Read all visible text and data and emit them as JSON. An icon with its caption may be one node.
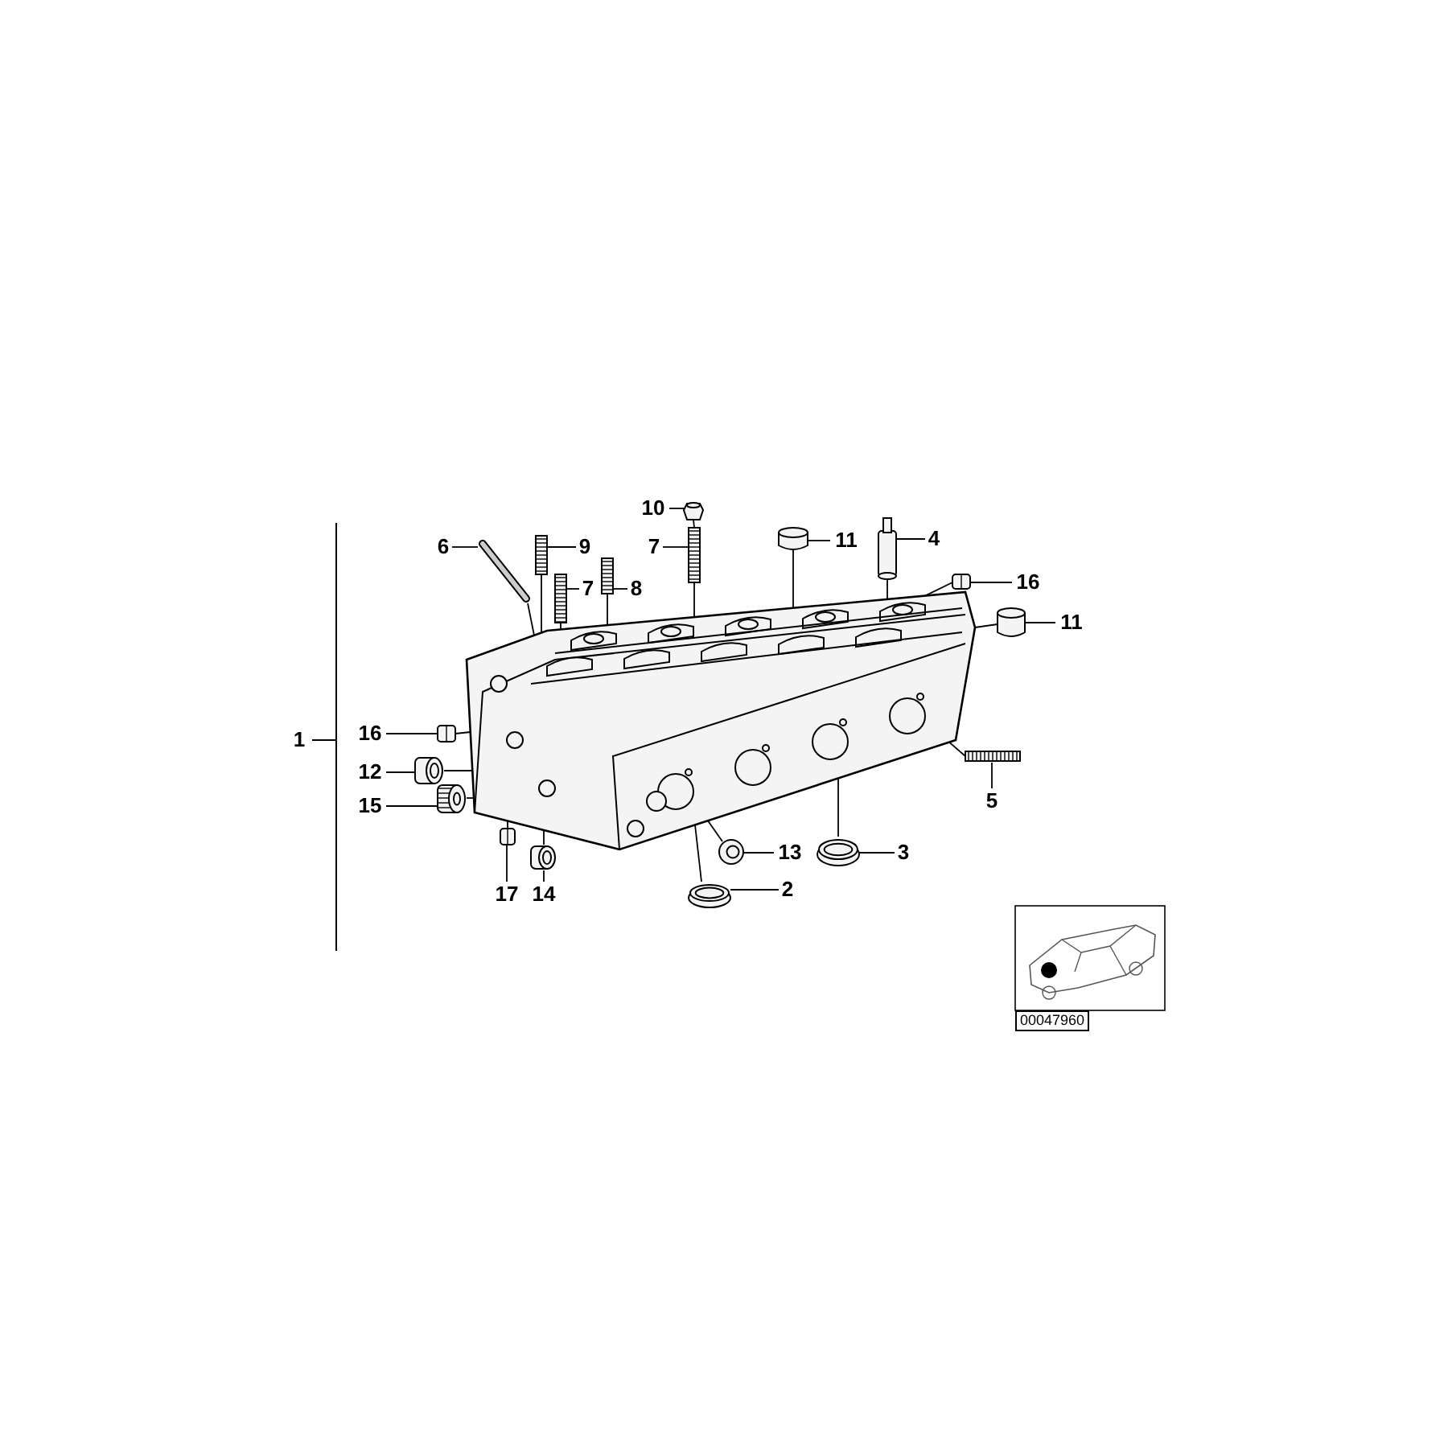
{
  "diagram": {
    "nodes": [
      {
        "text": [],
        "shape": "picture"
      },
      {
        "text": [
          "10"
        ]
      },
      {
        "text": [],
        "shape": "picture"
      },
      {
        "text": [
          "6"
        ]
      },
      {
        "text": [],
        "shape": "picture"
      },
      {
        "text": [
          "9"
        ]
      },
      {
        "text": [],
        "shape": "picture"
      },
      {
        "text": [
          "7"
        ]
      },
      {
        "text": [],
        "shape": "picture"
      },
      {
        "text": [
          "8"
        ]
      },
      {
        "text": [],
        "shape": "picture"
      },
      {
        "text": [
          "7"
        ]
      },
      {
        "text": [],
        "shape": "picture"
      },
      {
        "text": [
          "11"
        ]
      },
      {
        "text": [],
        "shape": "picture"
      },
      {
        "text": [
          "4"
        ]
      },
      {
        "text": [],
        "shape": "picture"
      },
      {
        "text": [
          "16"
        ]
      },
      {
        "text": [],
        "shape": "picture"
      },
      {
        "text": [
          "11"
        ]
      },
      {
        "text": [],
        "shape": "picture"
      },
      {
        "text": [
          "16"
        ]
      },
      {
        "text": [],
        "shape": "picture"
      },
      {
        "text": [
          "12"
        ]
      },
      {
        "text": [],
        "shape": "picture"
      },
      {
        "text": [
          "15"
        ]
      },
      {
        "text": [],
        "shape": "picture"
      },
      {
        "text": [
          "5"
        ]
      },
      {
        "text": [],
        "shape": "picture"
      },
      {
        "text": [
          "13"
        ]
      },
      {
        "text": [],
        "shape": "picture"
      },
      {
        "text": [
          "3"
        ]
      },
      {
        "text": [],
        "shape": "picture"
      },
      {
        "text": [
          "2"
        ]
      },
      {
        "text": [],
        "shape": "picture"
      },
      {
        "text": [
          "17"
        ]
      },
      {
        "text": [],
        "shape": "picture"
      },
      {
        "text": [
          "14"
        ]
      },
      {
        "text": [],
        "shape": "picture"
      }
    ],
    "edges": [
      {
        "from": 1,
        "to": 2,
        "arrow": "none"
      },
      {
        "from": 3,
        "to": 4,
        "arrow": "none"
      },
      {
        "from": 5,
        "to": 6,
        "arrow": "none"
      },
      {
        "from": 7,
        "to": 8,
        "arrow": "none"
      },
      {
        "from": 9,
        "to": 10,
        "arrow": "none"
      },
      {
        "from": 11,
        "to": 12,
        "arrow": "none"
      },
      {
        "from": 13,
        "to": 14,
        "arrow": "none"
      },
      {
        "from": 15,
        "to": 16,
        "arrow": "none"
      },
      {
        "from": 17,
        "to": 18,
        "arrow": "none"
      },
      {
        "from": 19,
        "to": 20,
        "arrow": "none"
      },
      {
        "from": 21,
        "to": 22,
        "arrow": "none"
      },
      {
        "from": 23,
        "to": 24,
        "arrow": "none"
      },
      {
        "from": 25,
        "to": 26,
        "arrow": "none"
      },
      {
        "from": 27,
        "to": 28,
        "arrow": "none"
      },
      {
        "from": 29,
        "to": 30,
        "arrow": "none"
      },
      {
        "from": 31,
        "to": 32,
        "arrow": "none"
      },
      {
        "from": 33,
        "to": 34,
        "arrow": "none"
      },
      {
        "from": 35,
        "to": 36,
        "arrow": "none"
      },
      {
        "from": 37,
        "to": 38,
        "arrow": "none"
      },
      {
        "from": 2,
        "to": 12,
        "arrow": "none"
      },
      {
        "from": 4,
        "to": 0,
        "arrow": "none"
      },
      {
        "from": 6,
        "to": 0,
        "arrow": "none"
      },
      {
        "from": 8,
        "to": 0,
        "arrow": "none"
      },
      {
        "from": 10,
        "to": 0,
        "arrow": "none"
      },
      {
        "from": 12,
        "to": 0,
        "arrow": "none"
      },
      {
        "from": 14,
        "to": 0,
        "arrow": "none"
      },
      {
        "from": 16,
        "to": 0,
        "arrow": "none"
      },
      {
        "from": 18,
        "to": 0,
        "arrow": "none"
      },
      {
        "from": 20,
        "to": 0,
        "arrow": "none"
      },
      {
        "from": 22,
        "to": 0,
        "arrow": "none"
      },
      {
        "from": 24,
        "to": 0,
        "arrow": "none"
      },
      {
        "from": 26,
        "to": 0,
        "arrow": "none"
      },
      {
        "from": 28,
        "to": 0,
        "arrow": "none"
      },
      {
        "from": 30,
        "to": 0,
        "arrow": "none"
      },
      {
        "from": 32,
        "to": 0,
        "arrow": "none"
      },
      {
        "from": 34,
        "to": 0,
        "arrow": "none"
      },
      {
        "from": 36,
        "to": 0,
        "arrow": "none"
      },
      {
        "from": 38,
        "to": 0,
        "arrow": "none"
      }
    ],
    "labels": [
      "1",
      "00047960"
    ]
  }
}
